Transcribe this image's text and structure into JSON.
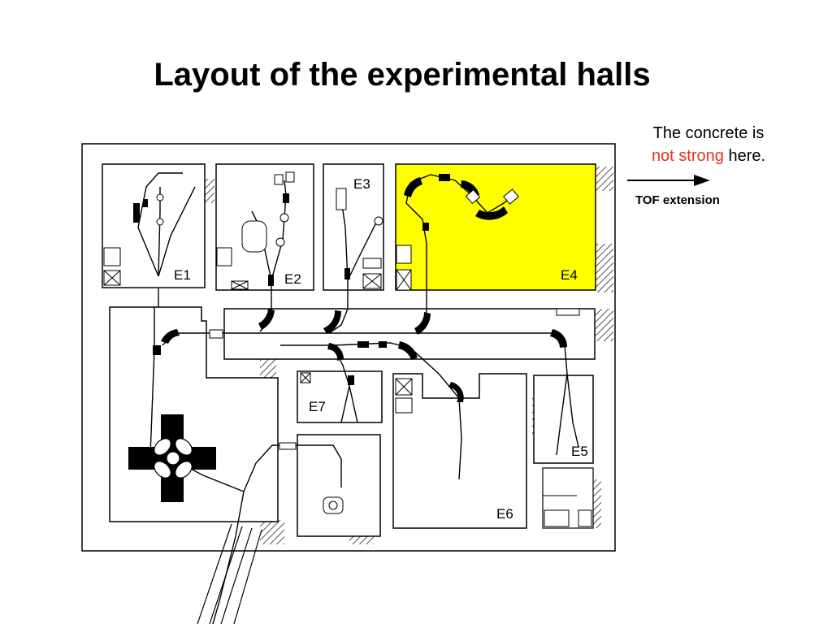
{
  "title": "Layout of the experimental halls",
  "note": {
    "line1": "The concrete is",
    "emph": "not strong",
    "rest": " here."
  },
  "arrow_label": "TOF extension",
  "halls": [
    "E1",
    "E2",
    "E3",
    "E4",
    "E5",
    "E6",
    "E7"
  ],
  "colors": {
    "highlight": "#ffff00",
    "note_red": "#e8321e",
    "line": "#000000"
  }
}
